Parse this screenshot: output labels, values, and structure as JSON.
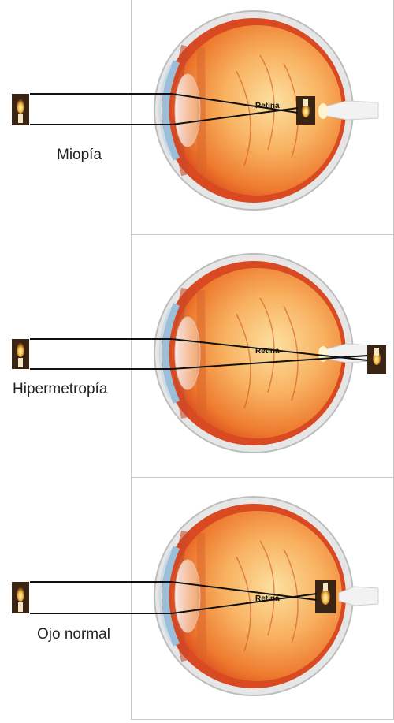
{
  "panels": [
    {
      "caption": "Miopía",
      "retina_label": "Retina",
      "focus": "in-front-of-retina"
    },
    {
      "caption": "Hipermetropía",
      "retina_label": "Retina",
      "focus": "behind-retina"
    },
    {
      "caption": "Ojo normal",
      "retina_label": "Retina",
      "focus": "on-retina"
    }
  ],
  "colors": {
    "eye_wall": "#e8481d",
    "eye_inner": "#f6a04a",
    "eye_core": "#fdd08a",
    "sclera": "#d8d8d8",
    "cornea": "#9bbfd8",
    "ray": "#111111",
    "panel_border": "#c9c9c9"
  }
}
